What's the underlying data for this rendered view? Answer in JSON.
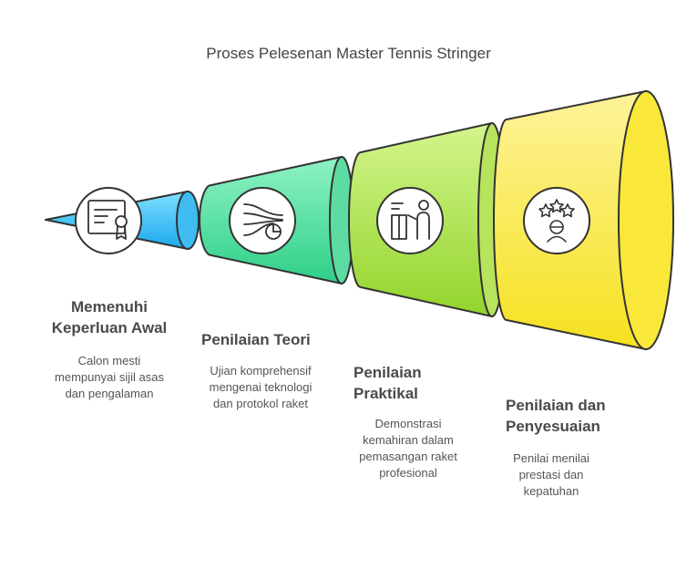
{
  "title": "Proses Pelesenan Master Tennis Stringer",
  "stages": [
    {
      "title_lines": [
        "Memenuhi",
        "Keperluan Awal"
      ],
      "desc_lines": [
        "Calon mesti",
        "mempunyai sijil asas",
        "dan pengalaman"
      ],
      "icon": "certificate-icon",
      "color": "#2ab7f0"
    },
    {
      "title_lines": [
        "Penilaian Teori"
      ],
      "desc_lines": [
        "Ujian komprehensif",
        "mengenai teknologi",
        "dan protokol raket"
      ],
      "icon": "theory-chart-icon",
      "color": "#36d28e"
    },
    {
      "title_lines": [
        "Penilaian",
        "Praktikal"
      ],
      "desc_lines": [
        "Demonstrasi",
        "kemahiran dalam",
        "pemasangan raket",
        "profesional"
      ],
      "icon": "practical-instructor-icon",
      "color": "#9fdb3a"
    },
    {
      "title_lines": [
        "Penilaian dan",
        "Penyesuaian"
      ],
      "desc_lines": [
        "Penilai menilai",
        "prestasi dan",
        "kepatuhan"
      ],
      "icon": "rating-stars-icon",
      "color": "#f8e52a"
    }
  ]
}
